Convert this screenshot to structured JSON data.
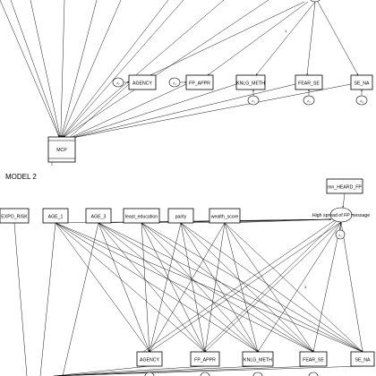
{
  "model2_title": "MODEL 2",
  "model1": {
    "agency": "AGENCY",
    "fp_appr": "FP_APPR",
    "knlg_meth": "KNLG_METH",
    "fear_se": "FEAR_SE",
    "se_na": "SE_NA",
    "mcp": "MCP",
    "err_agency": "ε₇",
    "err_fp_appr": "ε₂",
    "err_knlg_meth": "ε₃",
    "err_fear_se": "ε₅",
    "err_se_na": "ε₆",
    "coef": "1"
  },
  "model2": {
    "expo_risk": "EXPO_RISK",
    "age_1": "AGE_1",
    "age_3": "AGE_3",
    "least_education": "least_education",
    "parity": "parity",
    "wealth_score": "wealth_score",
    "mn_heard_fp": "mn_HEARD_FP",
    "spread_fp": "High spread of FP message",
    "err_spread": "ε₁",
    "agency": "AGENCY",
    "fp_appr": "FP_APPR",
    "knlg_meth": "KNLG_METH",
    "fear_se": "FEAR_SE",
    "se_na": "SE_NA",
    "coef": "1"
  }
}
